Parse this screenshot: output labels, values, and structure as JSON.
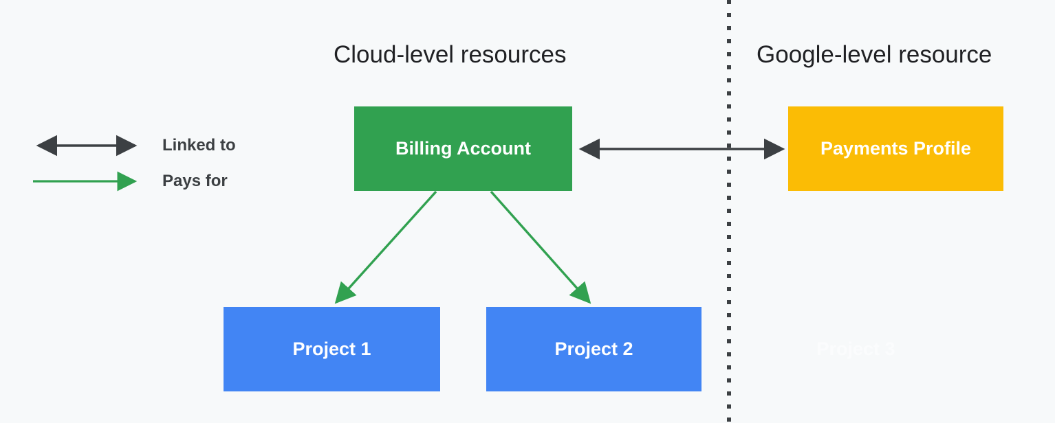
{
  "diagram": {
    "title_cloud": "Cloud-level resources",
    "title_google": "Google-level resource",
    "background_color": "#f7f9fa",
    "divider": {
      "name": "vertical-dotted-divider",
      "color": "#3c4043",
      "style": "dotted"
    }
  },
  "legend": {
    "items": [
      {
        "label": "Linked to",
        "glyph": "double-headed-arrow",
        "color": "#3c4043"
      },
      {
        "label": "Pays for",
        "glyph": "single-headed-arrow",
        "color": "#31a150"
      }
    ]
  },
  "nodes": [
    {
      "id": "billing-account",
      "label": "Billing Account",
      "color": "#31a150",
      "text_color": "#ffffff",
      "side": "cloud"
    },
    {
      "id": "payments-profile",
      "label": "Payments Profile",
      "color": "#fbbc05",
      "text_color": "#ffffff",
      "side": "google"
    },
    {
      "id": "project-1",
      "label": "Project 1",
      "color": "#4285f4",
      "text_color": "#ffffff",
      "side": "cloud"
    },
    {
      "id": "project-2",
      "label": "Project 2",
      "color": "#4285f4",
      "text_color": "#ffffff",
      "side": "cloud"
    },
    {
      "id": "project-3",
      "label": "Project 3",
      "color": "transparent",
      "text_color": "#fbfcfd",
      "side": "google"
    }
  ],
  "edges": [
    {
      "id": "billing-to-payments",
      "from": "billing-account",
      "to": "payments-profile",
      "relation": "Linked to",
      "color": "#3c4043",
      "arrowheads": "both"
    },
    {
      "id": "billing-to-project-1",
      "from": "billing-account",
      "to": "project-1",
      "relation": "Pays for",
      "color": "#31a150",
      "arrowheads": "end"
    },
    {
      "id": "billing-to-project-2",
      "from": "billing-account",
      "to": "project-2",
      "relation": "Pays for",
      "color": "#31a150",
      "arrowheads": "end"
    }
  ]
}
